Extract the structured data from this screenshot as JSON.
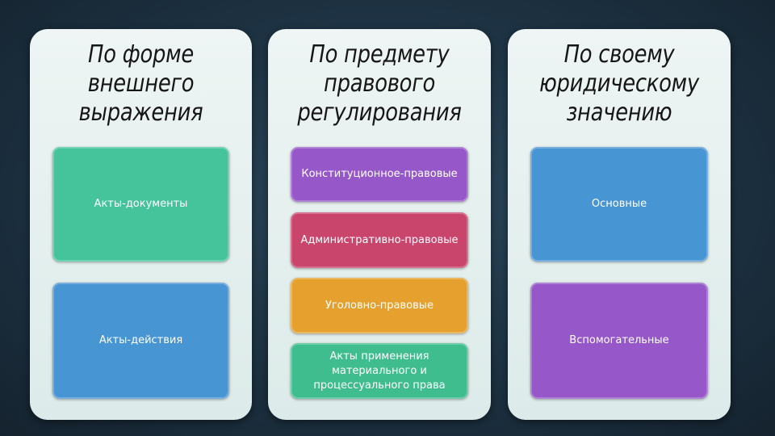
{
  "colors": {
    "teal_green": "#45c39b",
    "blue": "#4895d4",
    "purple": "#9658c8",
    "crimson": "#c9456b",
    "orange": "#e5a02e",
    "green": "#3fbd8e",
    "panel": "#e4efed",
    "background": "#1f3546"
  },
  "columns": [
    {
      "title_lines": [
        "По форме",
        "внешнего",
        "выражения"
      ],
      "items": [
        {
          "label": "Акты-документы",
          "color": "#45c39b"
        },
        {
          "label": "Акты-действия",
          "color": "#4895d4"
        }
      ]
    },
    {
      "title_lines": [
        "По предмету",
        "правового",
        "регулирования"
      ],
      "items": [
        {
          "label": "Конституционное-правовые",
          "color": "#9658c8"
        },
        {
          "label": "Административно-правовые",
          "color": "#c9456b"
        },
        {
          "label": "Уголовно-правовые",
          "color": "#e5a02e"
        },
        {
          "label": "Акты применения\nматериального и\nпроцессуального права",
          "color": "#3fbd8e"
        }
      ]
    },
    {
      "title_lines": [
        "По своему",
        "юридическому",
        "значению"
      ],
      "items": [
        {
          "label": "Основные",
          "color": "#4895d4"
        },
        {
          "label": "Вспомогательные",
          "color": "#9658c8"
        }
      ]
    }
  ]
}
